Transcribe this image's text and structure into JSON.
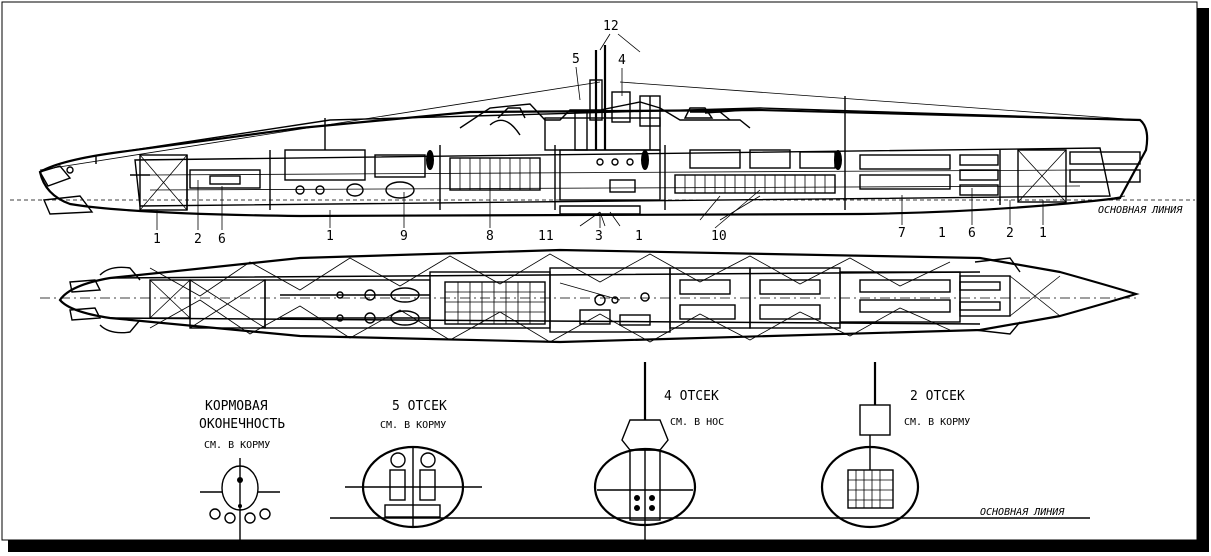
{
  "callouts": {
    "n1": "1",
    "n2": "2",
    "n3": "3",
    "n4": "4",
    "n5": "5",
    "n6": "6",
    "n7": "7",
    "n8": "8",
    "n9": "9",
    "n10": "10",
    "n11": "11",
    "n12": "12"
  },
  "baseline_label": "ОСНОВНАЯ ЛИНИЯ",
  "sections": {
    "stern": {
      "title_line1": "КОРМОВАЯ",
      "title_line2": "ОКОНЕЧНОСТЬ",
      "view": "СМ. В КОРМУ"
    },
    "s5": {
      "title": "5 ОТСЕК",
      "view": "СМ. В КОРМУ"
    },
    "s4": {
      "title": "4 ОТСЕК",
      "view": "СМ. В НОС"
    },
    "s2": {
      "title": "2 ОТСЕК",
      "view": "СМ. В КОРМУ"
    }
  },
  "colors": {
    "ink": "#000000",
    "paper": "#ffffff"
  }
}
